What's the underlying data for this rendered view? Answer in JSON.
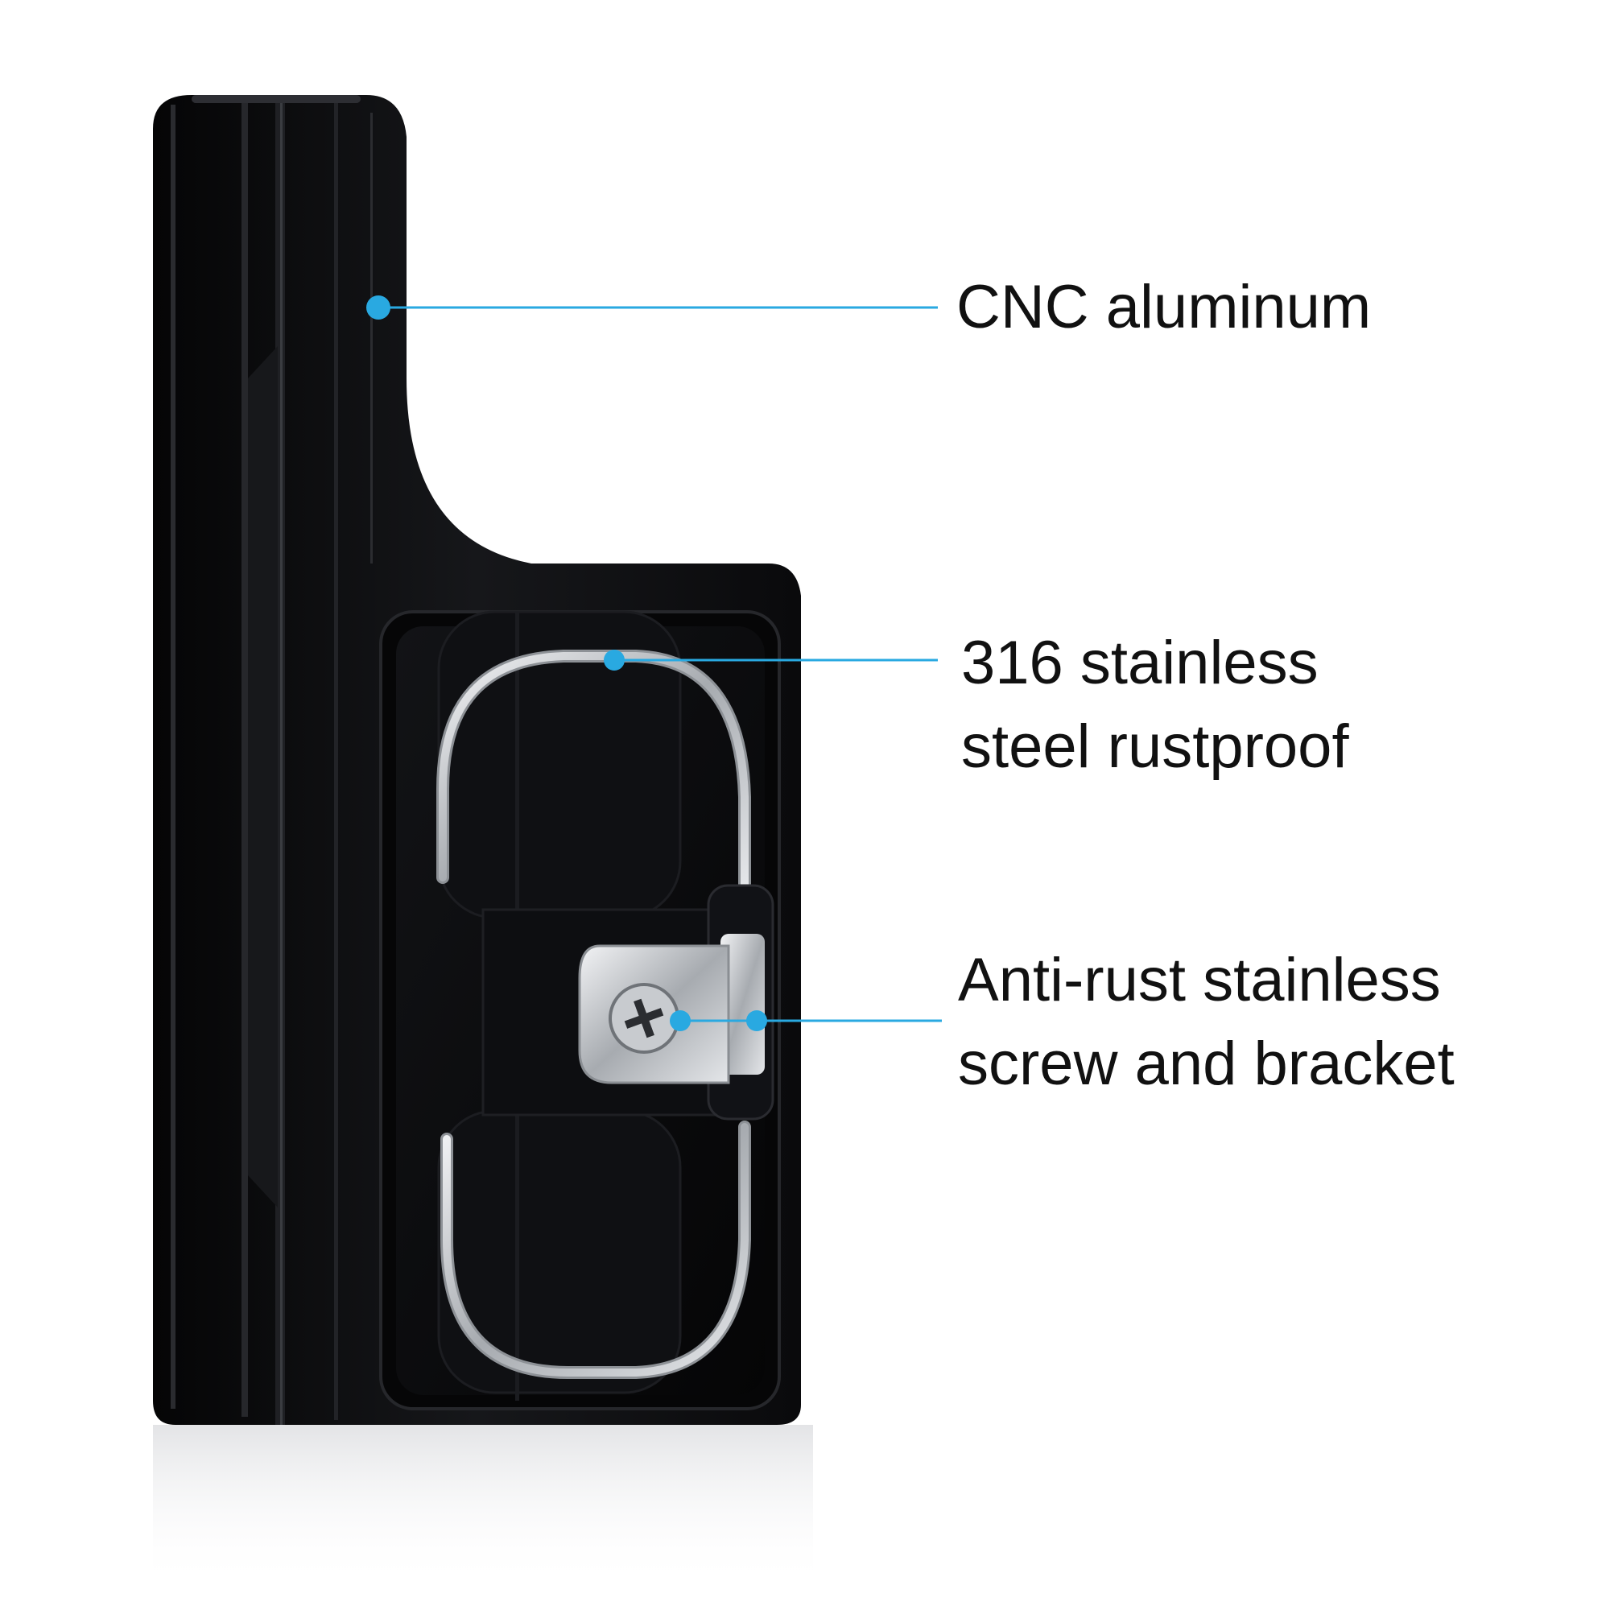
{
  "colors": {
    "background": "#ffffff",
    "body": "#0b0b0d",
    "callout": "#29a9e1",
    "text": "#111111",
    "steel": "#c9ccd0"
  },
  "callouts": {
    "cnc": {
      "line1": "CNC aluminum"
    },
    "steel": {
      "line1": "316 stainless",
      "line2": "steel rustproof"
    },
    "screw": {
      "line1": "Anti-rust stainless",
      "line2": "screw and bracket"
    }
  }
}
